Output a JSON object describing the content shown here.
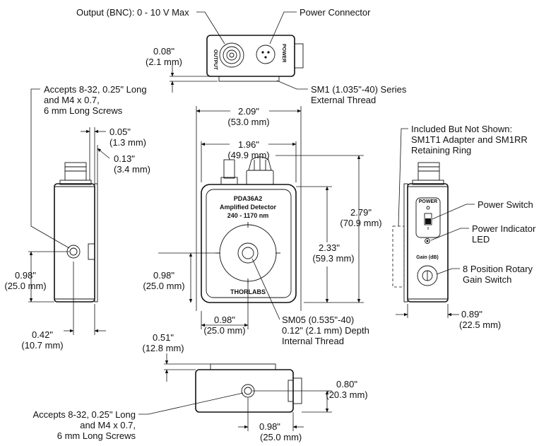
{
  "callouts": {
    "output_bnc": "Output (BNC): 0 - 10 V Max",
    "power_connector": "Power Connector",
    "sm1_thread_1": "SM1 (1.035\"-40) Series",
    "sm1_thread_2": "External Thread",
    "screws_side_1": "Accepts 8-32, 0.25\" Long",
    "screws_side_2": "and M4 x 0.7,",
    "screws_side_3": "6 mm Long Screws",
    "not_shown_1": "Included But Not Shown:",
    "not_shown_2": "SM1T1 Adapter and SM1RR",
    "not_shown_3": "Retaining Ring",
    "power_switch": "Power Switch",
    "power_indicator_1": "Power Indicator",
    "power_indicator_2": "LED",
    "gain_switch_1": "8 Position Rotary",
    "gain_switch_2": "Gain Switch",
    "sm05_thread_1": "SM05 (0.535\"-40)",
    "sm05_thread_2": "0.12\" (2.1 mm) Depth",
    "sm05_thread_3": "Internal Thread",
    "screws_bottom_1": "Accepts 8-32, 0.25\" Long",
    "screws_bottom_2": "and M4 x 0.7,",
    "screws_bottom_3": "6 mm Long Screws"
  },
  "dimensions": {
    "top_offset_in": "0.08\"",
    "top_offset_mm": "(2.1 mm)",
    "width_in": "2.09\"",
    "width_mm": "(53.0 mm)",
    "inner_width_in": "1.96\"",
    "inner_width_mm": "(49.9 mm)",
    "height_in": "2.79\"",
    "height_mm": "(70.9 mm)",
    "body_height_in": "2.33\"",
    "body_height_mm": "(59.3 mm)",
    "center_h_in": "0.98\"",
    "center_h_mm": "(25.0 mm)",
    "center_w_in": "0.98\"",
    "center_w_mm": "(25.0 mm)",
    "flange_in": "0.05\"",
    "flange_mm": "(1.3 mm)",
    "thread_in": "0.13\"",
    "thread_mm": "(3.4 mm)",
    "side_h_in": "0.98\"",
    "side_h_mm": "(25.0 mm)",
    "side_depth_in": "0.42\"",
    "side_depth_mm": "(10.7 mm)",
    "right_depth_in": "0.89\"",
    "right_depth_mm": "(22.5 mm)",
    "bottom_offset_in": "0.51\"",
    "bottom_offset_mm": "(12.8 mm)",
    "bottom_depth_in": "0.80\"",
    "bottom_depth_mm": "(20.3 mm)",
    "bottom_center_in": "0.98\"",
    "bottom_center_mm": "(25.0 mm)"
  },
  "labels": {
    "model": "PDA36A2",
    "detector": "Amplified Detector",
    "range": "240 - 1170 nm",
    "brand": "THORLABS",
    "power": "POWER",
    "gain": "Gain (dB)",
    "top_out": "OUTPUT",
    "top_pwr": "POWER"
  }
}
